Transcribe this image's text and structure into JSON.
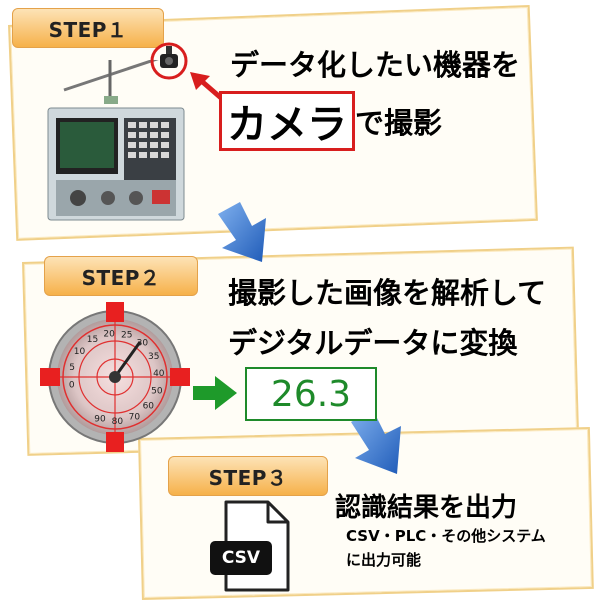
{
  "step1": {
    "badge": "STEP１",
    "line1": "データ化したい機器を",
    "camera_word": "カメラ",
    "suffix": "で撮影"
  },
  "step2": {
    "badge": "STEP２",
    "line1": "撮影した画像を解析して",
    "line2": "デジタルデータに変換",
    "reading": "26.3",
    "gauge_ticks": [
      "0",
      "5",
      "10",
      "15",
      "20",
      "25",
      "30",
      "35",
      "40",
      "50",
      "60",
      "70",
      "80",
      "90"
    ]
  },
  "step3": {
    "badge": "STEP３",
    "title": "認識結果を出力",
    "desc1": "CSV・PLC・その他システム",
    "desc2": "に出力可能",
    "file_label": "CSV"
  },
  "colors": {
    "accent_red": "#d81e1e",
    "reading_green": "#1e8a2a",
    "arrow_blue": "#2f6fc8",
    "badge_orange": "#f6b14a"
  },
  "icons": [
    "camera-icon",
    "machine-panel-icon",
    "gauge-icon",
    "green-arrow-icon",
    "blue-arrow-icon",
    "csv-file-icon"
  ]
}
